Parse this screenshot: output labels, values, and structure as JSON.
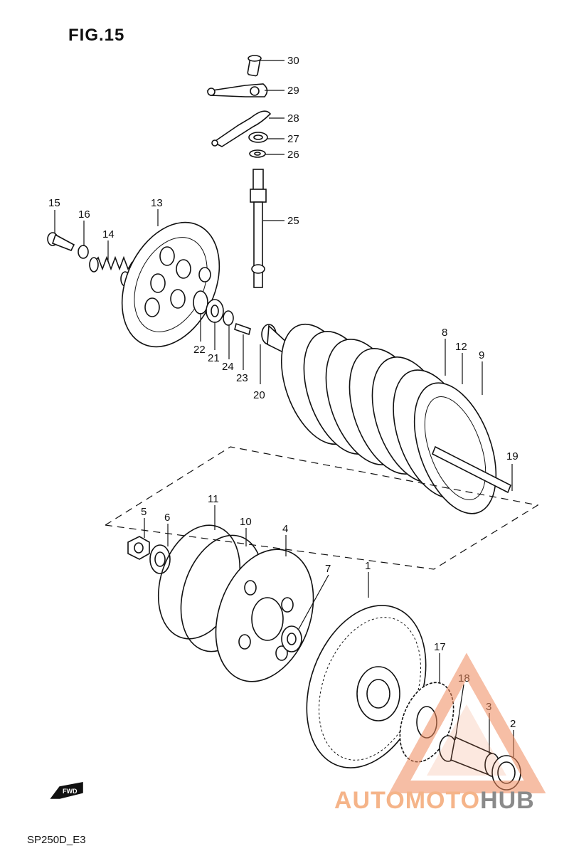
{
  "figure": {
    "title": "FIG.15",
    "footer": "SP250D_E3",
    "fwd_label": "FWD"
  },
  "callouts": [
    "30",
    "29",
    "28",
    "27",
    "26",
    "25",
    "15",
    "16",
    "14",
    "13",
    "22",
    "21",
    "24",
    "23",
    "20",
    "8",
    "12",
    "9",
    "19",
    "5",
    "6",
    "11",
    "10",
    "4",
    "7",
    "1",
    "17",
    "18",
    "3",
    "2"
  ],
  "watermark": {
    "part_a": "AUTOMOTO",
    "part_b": "HUB",
    "colors": {
      "accent": "#f08a5d",
      "gray": "#8a8a8a"
    }
  }
}
